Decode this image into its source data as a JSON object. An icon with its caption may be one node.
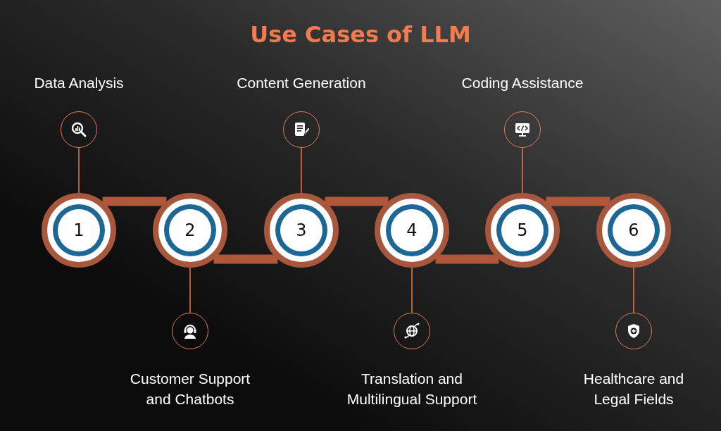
{
  "diagram": {
    "title": "Use Cases of LLM",
    "nodes": [
      {
        "text": [
          "1"
        ]
      },
      {
        "text": [
          "2"
        ]
      },
      {
        "text": [
          "3"
        ]
      },
      {
        "text": [
          "4"
        ]
      },
      {
        "text": [
          "5"
        ]
      },
      {
        "text": [
          "6"
        ]
      },
      {
        "text": [],
        "shape": "circle",
        "beside": [
          "Data Analysis"
        ]
      },
      {
        "text": [],
        "shape": "circle",
        "beside": [
          "Customer Support and Chatbots"
        ]
      },
      {
        "text": [],
        "shape": "circle",
        "beside": [
          "Content Generation"
        ]
      },
      {
        "text": [],
        "shape": "circle",
        "beside": [
          "Translation and Multilingual Support"
        ]
      },
      {
        "text": [],
        "shape": "circle",
        "beside": [
          "Coding Assistance"
        ]
      },
      {
        "text": [],
        "shape": "circle",
        "beside": [
          "Healthcare and Legal Fields"
        ]
      }
    ],
    "edges": [
      {
        "from": 0,
        "to": 1,
        "arrow": "none",
        "style": "thick",
        "color": "#b0573b"
      },
      {
        "from": 1,
        "to": 2,
        "arrow": "none",
        "style": "thick",
        "color": "#b0573b"
      },
      {
        "from": 2,
        "to": 3,
        "arrow": "none",
        "style": "thick",
        "color": "#b0573b"
      },
      {
        "from": 3,
        "to": 4,
        "arrow": "none",
        "style": "thick",
        "color": "#b0573b"
      },
      {
        "from": 4,
        "to": 5,
        "arrow": "none",
        "style": "thick",
        "color": "#b0573b"
      },
      {
        "from": 0,
        "to": 6,
        "arrow": "other"
      },
      {
        "from": 1,
        "to": 7,
        "arrow": "other"
      },
      {
        "from": 2,
        "to": 8,
        "arrow": "other"
      },
      {
        "from": 3,
        "to": 9,
        "arrow": "other"
      },
      {
        "from": 4,
        "to": 10,
        "arrow": "other"
      },
      {
        "from": 5,
        "to": 11,
        "arrow": "other"
      }
    ]
  }
}
